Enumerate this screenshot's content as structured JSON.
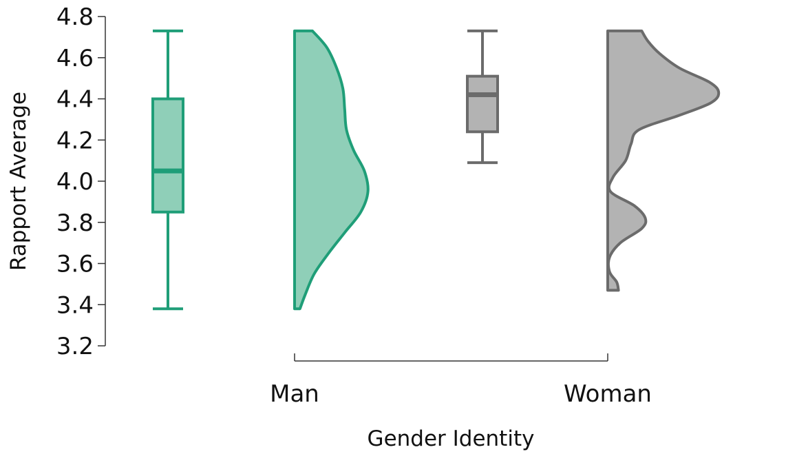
{
  "chart_data": {
    "type": "raincloud",
    "xlabel": "Gender Identity",
    "ylabel": "Rapport Average",
    "ylim": [
      3.2,
      4.8
    ],
    "yticks": [
      "3.2",
      "3.4",
      "3.6",
      "3.8",
      "4.0",
      "4.2",
      "4.4",
      "4.6",
      "4.8"
    ],
    "categories": [
      "Man",
      "Woman"
    ],
    "grid": false,
    "groups": [
      {
        "category": "Man",
        "color": "#1f9e78",
        "fill": "#8fcfb8",
        "box": {
          "min": 3.38,
          "q1": 3.85,
          "median": 4.05,
          "q3": 4.4,
          "max": 4.73
        },
        "density": [
          [
            3.38,
            0.06
          ],
          [
            3.45,
            0.12
          ],
          [
            3.55,
            0.22
          ],
          [
            3.65,
            0.38
          ],
          [
            3.75,
            0.56
          ],
          [
            3.85,
            0.74
          ],
          [
            3.95,
            0.82
          ],
          [
            4.05,
            0.78
          ],
          [
            4.15,
            0.66
          ],
          [
            4.25,
            0.58
          ],
          [
            4.35,
            0.56
          ],
          [
            4.45,
            0.54
          ],
          [
            4.55,
            0.47
          ],
          [
            4.65,
            0.36
          ],
          [
            4.73,
            0.2
          ]
        ]
      },
      {
        "category": "Woman",
        "color": "#6b6b6b",
        "fill": "#b3b3b3",
        "box": {
          "min": 4.09,
          "q1": 4.24,
          "median": 4.42,
          "q3": 4.51,
          "max": 4.73
        },
        "density": [
          [
            3.47,
            0.12
          ],
          [
            3.51,
            0.1
          ],
          [
            3.56,
            0.02
          ],
          [
            3.63,
            0.02
          ],
          [
            3.7,
            0.14
          ],
          [
            3.77,
            0.38
          ],
          [
            3.82,
            0.42
          ],
          [
            3.88,
            0.3
          ],
          [
            3.95,
            0.03
          ],
          [
            4.02,
            0.06
          ],
          [
            4.1,
            0.2
          ],
          [
            4.18,
            0.26
          ],
          [
            4.25,
            0.35
          ],
          [
            4.32,
            0.8
          ],
          [
            4.38,
            1.15
          ],
          [
            4.43,
            1.24
          ],
          [
            4.48,
            1.14
          ],
          [
            4.55,
            0.8
          ],
          [
            4.62,
            0.58
          ],
          [
            4.68,
            0.45
          ],
          [
            4.73,
            0.38
          ]
        ]
      }
    ]
  }
}
